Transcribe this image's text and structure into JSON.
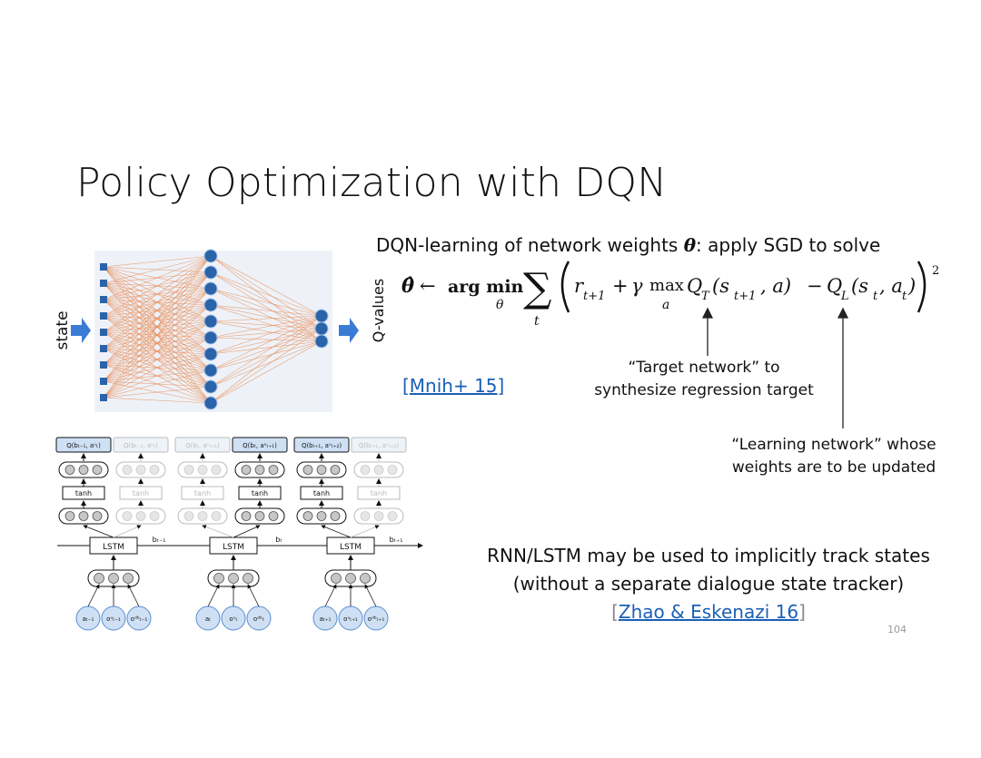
{
  "slide": {
    "title": "Policy Optimization with DQN",
    "subtitle_prefix": "DQN-learning of network weights ",
    "subtitle_theta": "θ",
    "subtitle_suffix": ": apply SGD to solve",
    "citation_dqn": "[Mnih+ 15]",
    "annotation_target_line1": "“Target network” to",
    "annotation_target_line2": "synthesize regression target",
    "annotation_learning_line1": "“Learning network” whose",
    "annotation_learning_line2": "weights are to be updated",
    "rnn_note_line1": "RNN/LSTM may be used to implicitly track states",
    "rnn_note_line2": "(without a separate dialogue state tracker)",
    "citation_rnn_open": "[",
    "citation_rnn": "Zhao & Eskenazi 16",
    "citation_rnn_close": "]",
    "page_number": "104"
  },
  "equation": {
    "theta_hat": "θ̂",
    "arrow": "←",
    "argmin": "arg min",
    "argmin_sub": "θ",
    "sum": "∑",
    "sum_sub": "t",
    "r": "r",
    "r_sub": "t+1",
    "plus": "+",
    "gamma": "γ",
    "max": "max",
    "max_sub": "a",
    "QT": "Q",
    "QT_sub": "T",
    "QT_args": "(s",
    "QT_args_sub": "t+1",
    "QT_args_end": ", a)",
    "minus": "−",
    "QL": "Q",
    "QL_sub": "L",
    "QL_args": "(s",
    "QL_args_sub": "t",
    "QL_args_mid": ", a",
    "QL_args_sub2": "t",
    "QL_args_end": ")",
    "power": "2"
  },
  "nn_figure": {
    "input_label": "state",
    "output_label": "Q-values",
    "colors": {
      "edges": "#e8844a",
      "nodes": "#2b63a8",
      "bg": "#eef2f8"
    }
  },
  "lstm_figure": {
    "q_labels": [
      "Q(bₜ₋₁, aᵘₜ)",
      "Q(bₜ₋₁, aᵉₜ)",
      "Q(bₜ, aᵉₜ₊₁)",
      "Q(bₜ, aᵉₜ₊₁)",
      "Q(bₜ₊₁, aᵘₜ₊₂)",
      "Q(bₜ₊₁, aᵉₜ₊₂)"
    ],
    "tanh_label": "tanh",
    "lstm_label": "LSTM",
    "b_labels": [
      "bₜ₋₁",
      "bₜ",
      "bₜ₊₁"
    ],
    "input_groups": [
      [
        "aₜ₋₁",
        "oᵘₜ₋₁",
        "oᵈᵇₜ₋₁"
      ],
      [
        "aₜ",
        "oᵘₜ",
        "oᵈᵇₜ"
      ],
      [
        "aₜ₊₁",
        "oᵘₜ₊₁",
        "oᵈᵇₜ₊₁"
      ]
    ]
  }
}
